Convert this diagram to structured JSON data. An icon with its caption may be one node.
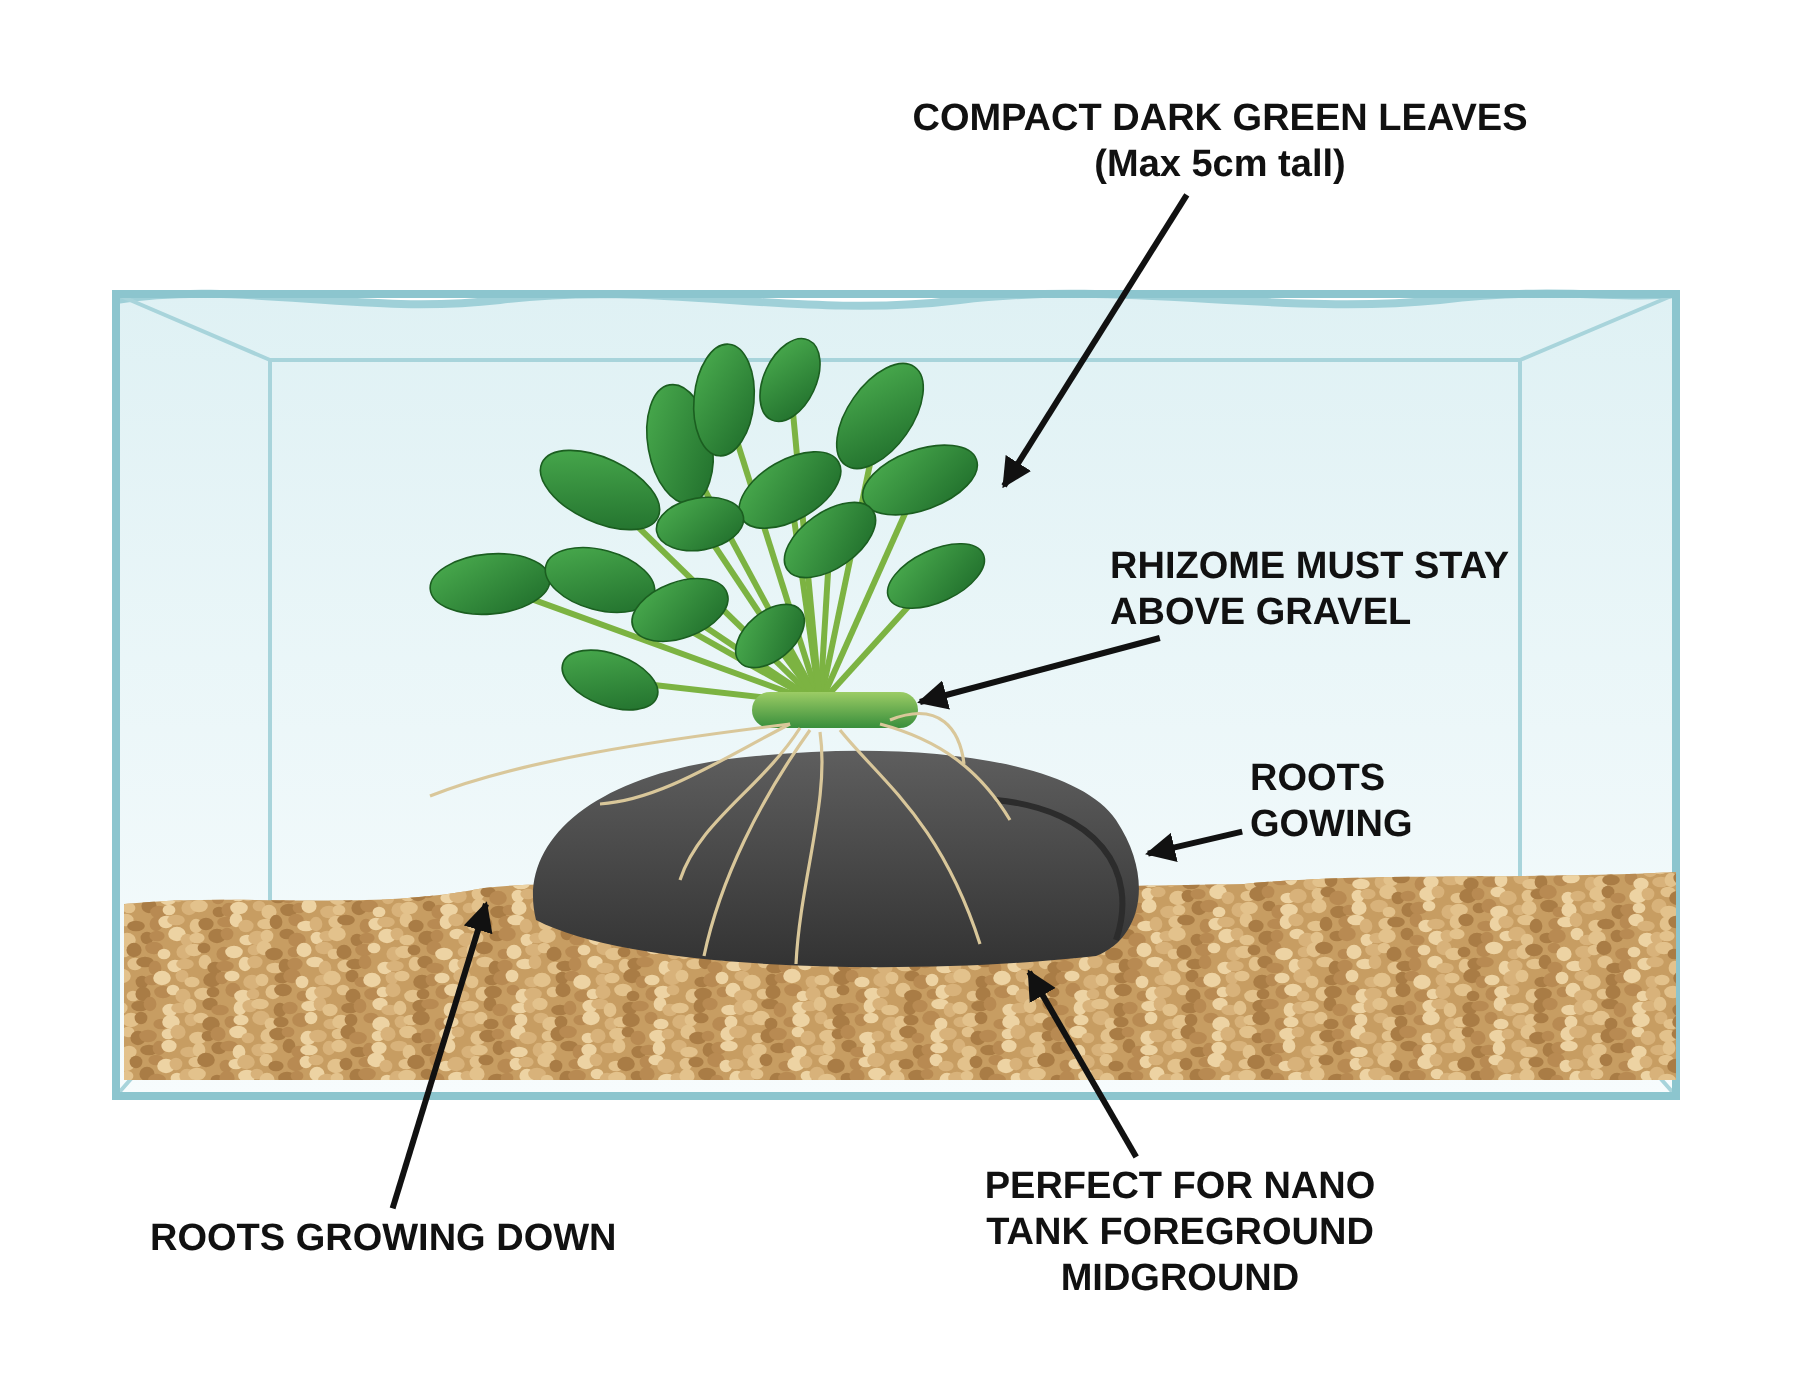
{
  "diagram": {
    "nodes": [
      {
        "text": [
          "COMPACT DARK GREEN LEAVES",
          "(Max 5cm tall)"
        ]
      },
      {
        "text": [
          "RHIZOME MUST STAY ABOVE GRAVEL"
        ]
      },
      {
        "text": [
          "ROOTS GOWING"
        ]
      },
      {
        "text": [
          "ROOTS GROWING DOWN"
        ]
      },
      {
        "text": [
          "PERFECT FOR NANO TANK FOREGROUND MIDGROUND"
        ]
      },
      {
        "text": [],
        "shape": "picture"
      },
      {
        "text": [],
        "shape": "picture"
      },
      {
        "text": [],
        "shape": "picture"
      },
      {
        "text": [],
        "shape": "picture"
      }
    ],
    "edges": [
      {
        "from": 0,
        "to": 5,
        "arrow": "to"
      },
      {
        "from": 1,
        "to": 6,
        "arrow": "to"
      },
      {
        "from": 2,
        "to": 7,
        "arrow": "to"
      },
      {
        "from": 3,
        "to": 8,
        "arrow": "to"
      },
      {
        "from": 4,
        "to": 7,
        "arrow": "to"
      }
    ]
  }
}
